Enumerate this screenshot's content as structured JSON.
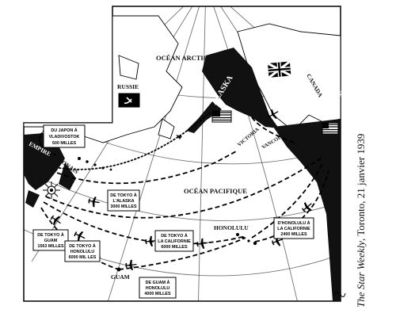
{
  "map": {
    "oceans": {
      "arctic": "OCÉAN ARCTIQUE",
      "pacific": "OCÉAN PACIFIQUE"
    },
    "places": {
      "russia": "RUSSIE",
      "canada": "CANADA",
      "alaska": "ALASKA",
      "united_states": "UNITED STATES",
      "california": "CALIFORNIE",
      "victoria": "VICTORIA",
      "vancouver": "VANCOUVER",
      "empire": "EMPIRE",
      "japanese": "JAPONAIS",
      "tokyo": "TOKYO",
      "honolulu": "HONOLULU",
      "guam": "GUAM"
    },
    "distance_boxes": [
      {
        "id": "japan-vladivostok",
        "lines": [
          "DU JAPON À",
          "VLADIVOSTOK",
          "500 MILLES"
        ]
      },
      {
        "id": "tokyo-alaska",
        "lines": [
          "DE TOKYO À",
          "L'ALASKA",
          "3000 MILLES"
        ]
      },
      {
        "id": "tokyo-guam",
        "lines": [
          "DE TOKYO À",
          "GUAM",
          "1563 MILLES"
        ]
      },
      {
        "id": "tokyo-honolulu",
        "lines": [
          "DE TOKYO À",
          "HONOLULU",
          "6000 MIL LES"
        ]
      },
      {
        "id": "tokyo-california",
        "lines": [
          "DE TOKYO À",
          "LA CALIFORNIE",
          "6000 MILLES"
        ]
      },
      {
        "id": "honolulu-california",
        "lines": [
          "D'HONOLULU À",
          "LA CALIFORNIE",
          "2400 MILLES"
        ]
      },
      {
        "id": "guam-honolulu",
        "lines": [
          "DE GUAM À",
          "HONOLULU",
          "4000 MILLES"
        ]
      }
    ],
    "caption": {
      "source": "The Star Weekly",
      "rest": ", Toronto, 21 janvier 1939"
    }
  }
}
